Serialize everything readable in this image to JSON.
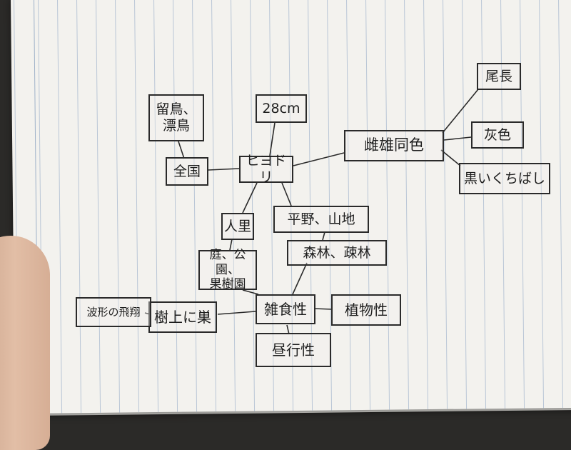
{
  "nodes": {
    "hiyodori": "ヒヨドリ",
    "size": "28cm",
    "resident": "留鳥、\n漂鳥",
    "nationwide": "全国",
    "same_color": "雌雄同色",
    "tail": "尾長",
    "gray": "灰色",
    "beak": "黒いくちばし",
    "plains": "平野、山地",
    "village": "人里",
    "forest": "森林、疎林",
    "garden": "庭、公園、\n果樹園",
    "omnivore": "雑食性",
    "herbivore": "植物性",
    "nest": "樹上に巣",
    "flight": "波形の飛翔",
    "diurnal": "昼行性"
  }
}
